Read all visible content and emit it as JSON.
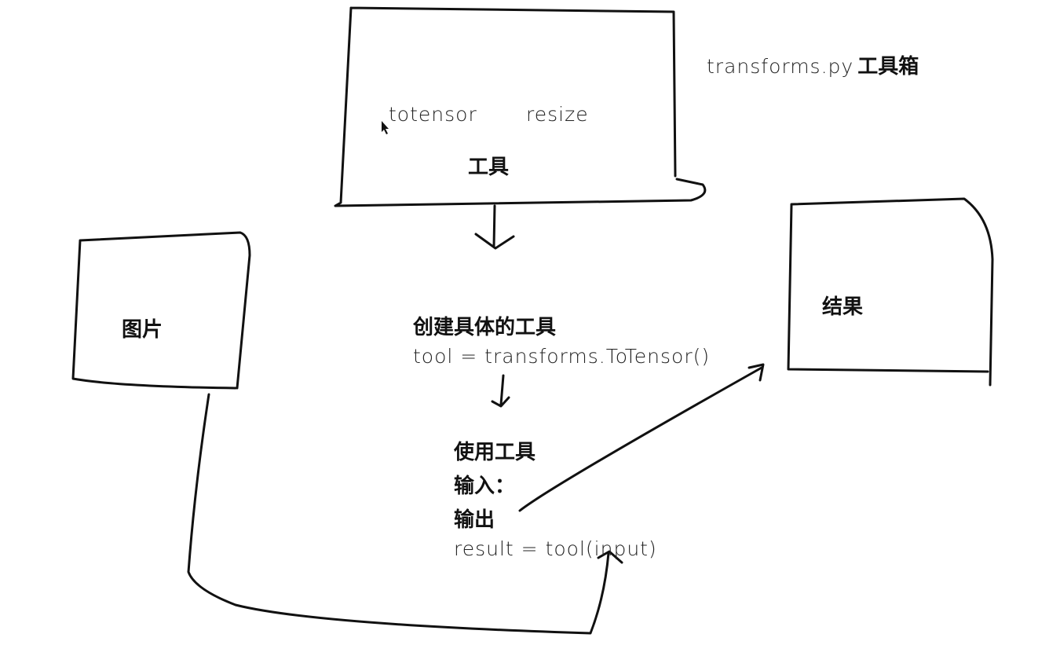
{
  "header": {
    "filename": "transforms.py",
    "title_suffix": "工具箱"
  },
  "toolbox": {
    "label": "工具",
    "items": [
      "totensor",
      "resize"
    ]
  },
  "image_box": {
    "label": "图片"
  },
  "result_box": {
    "label": "结果"
  },
  "create_step": {
    "title": "创建具体的工具",
    "code": "tool = transforms.ToTensor()"
  },
  "use_step": {
    "title": "使用工具",
    "input_label": "输入：",
    "output_label": "输出",
    "code": "result = tool(input)"
  },
  "icons": [
    "mouse-cursor-icon"
  ],
  "colors": {
    "stroke": "#111111",
    "background": "#ffffff"
  }
}
